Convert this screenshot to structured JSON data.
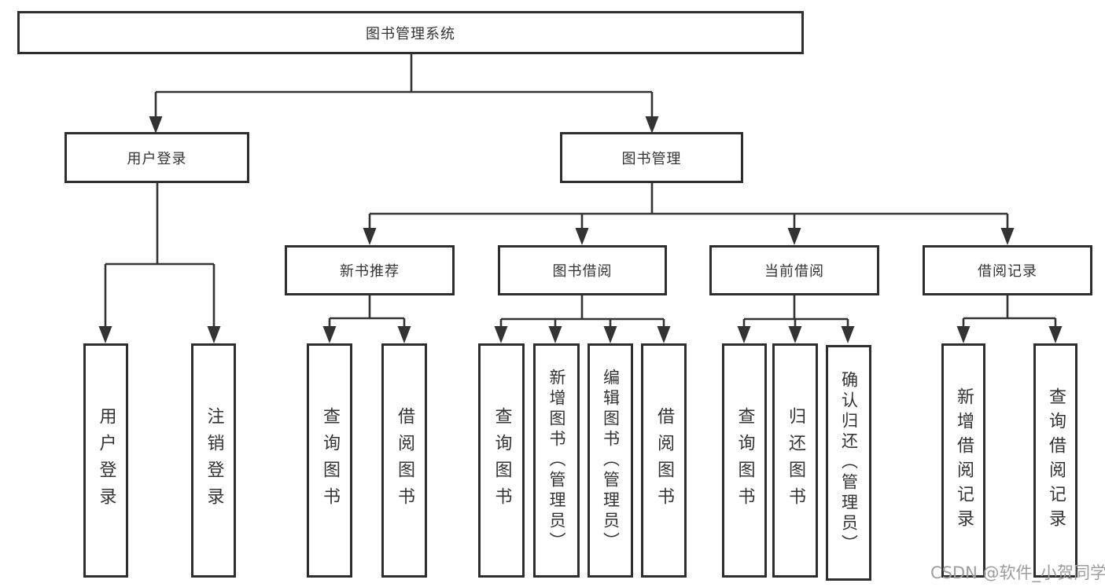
{
  "colors": {
    "line": "#333333",
    "border": "#2e2e2e",
    "box_bg": "#ffffff",
    "text": "#333333",
    "watermark": "#9d9d9d"
  },
  "tree": {
    "root": {
      "label": "图书管理系统"
    },
    "branches": [
      {
        "label": "用户登录",
        "children": [
          {
            "label": "用户登录"
          },
          {
            "label": "注销登录"
          }
        ]
      },
      {
        "label": "图书管理",
        "groups": [
          {
            "label": "新书推荐",
            "children": [
              {
                "label": "查询图书"
              },
              {
                "label": "借阅图书"
              }
            ]
          },
          {
            "label": "图书借阅",
            "children": [
              {
                "label": "查询图书"
              },
              {
                "label": "新增图书（管理员）"
              },
              {
                "label": "编辑图书（管理员）"
              },
              {
                "label": "借阅图书"
              }
            ]
          },
          {
            "label": "当前借阅",
            "children": [
              {
                "label": "查询图书"
              },
              {
                "label": "归还图书"
              },
              {
                "label": "确认归还（管理员）"
              }
            ]
          },
          {
            "label": "借阅记录",
            "children": [
              {
                "label": "新增借阅记录"
              },
              {
                "label": "查询借阅记录"
              }
            ]
          }
        ]
      }
    ]
  },
  "watermark": {
    "text": "CSDN @软件_小贺同学"
  }
}
